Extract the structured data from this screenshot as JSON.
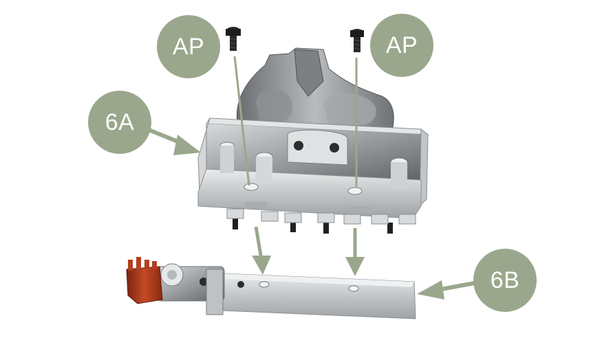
{
  "callouts": {
    "screw_left": "AP",
    "screw_right": "AP",
    "part_upper": "6A",
    "part_lower": "6B"
  },
  "colors": {
    "callout_fill": "#9aa78c",
    "callout_text": "#ffffff",
    "arrow": "#9aa78c",
    "part_silver": "#c9ccce",
    "distributor_red": "#a8351a"
  }
}
